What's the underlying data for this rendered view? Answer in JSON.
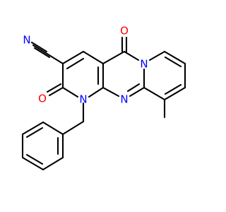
{
  "molecule": {
    "atoms": {
      "nitrile_n": "N",
      "carbonyl_o_top": "O",
      "carbonyl_o_left": "O",
      "ring_n_center": "N",
      "ring_n_benzyl": "N",
      "ring_n_pyrido": "N"
    },
    "substituents": {
      "methyl": ""
    }
  },
  "colors": {
    "bond": "#000000",
    "nitrogen": "#0000ff",
    "oxygen": "#ff0000",
    "background": "#ffffff"
  }
}
